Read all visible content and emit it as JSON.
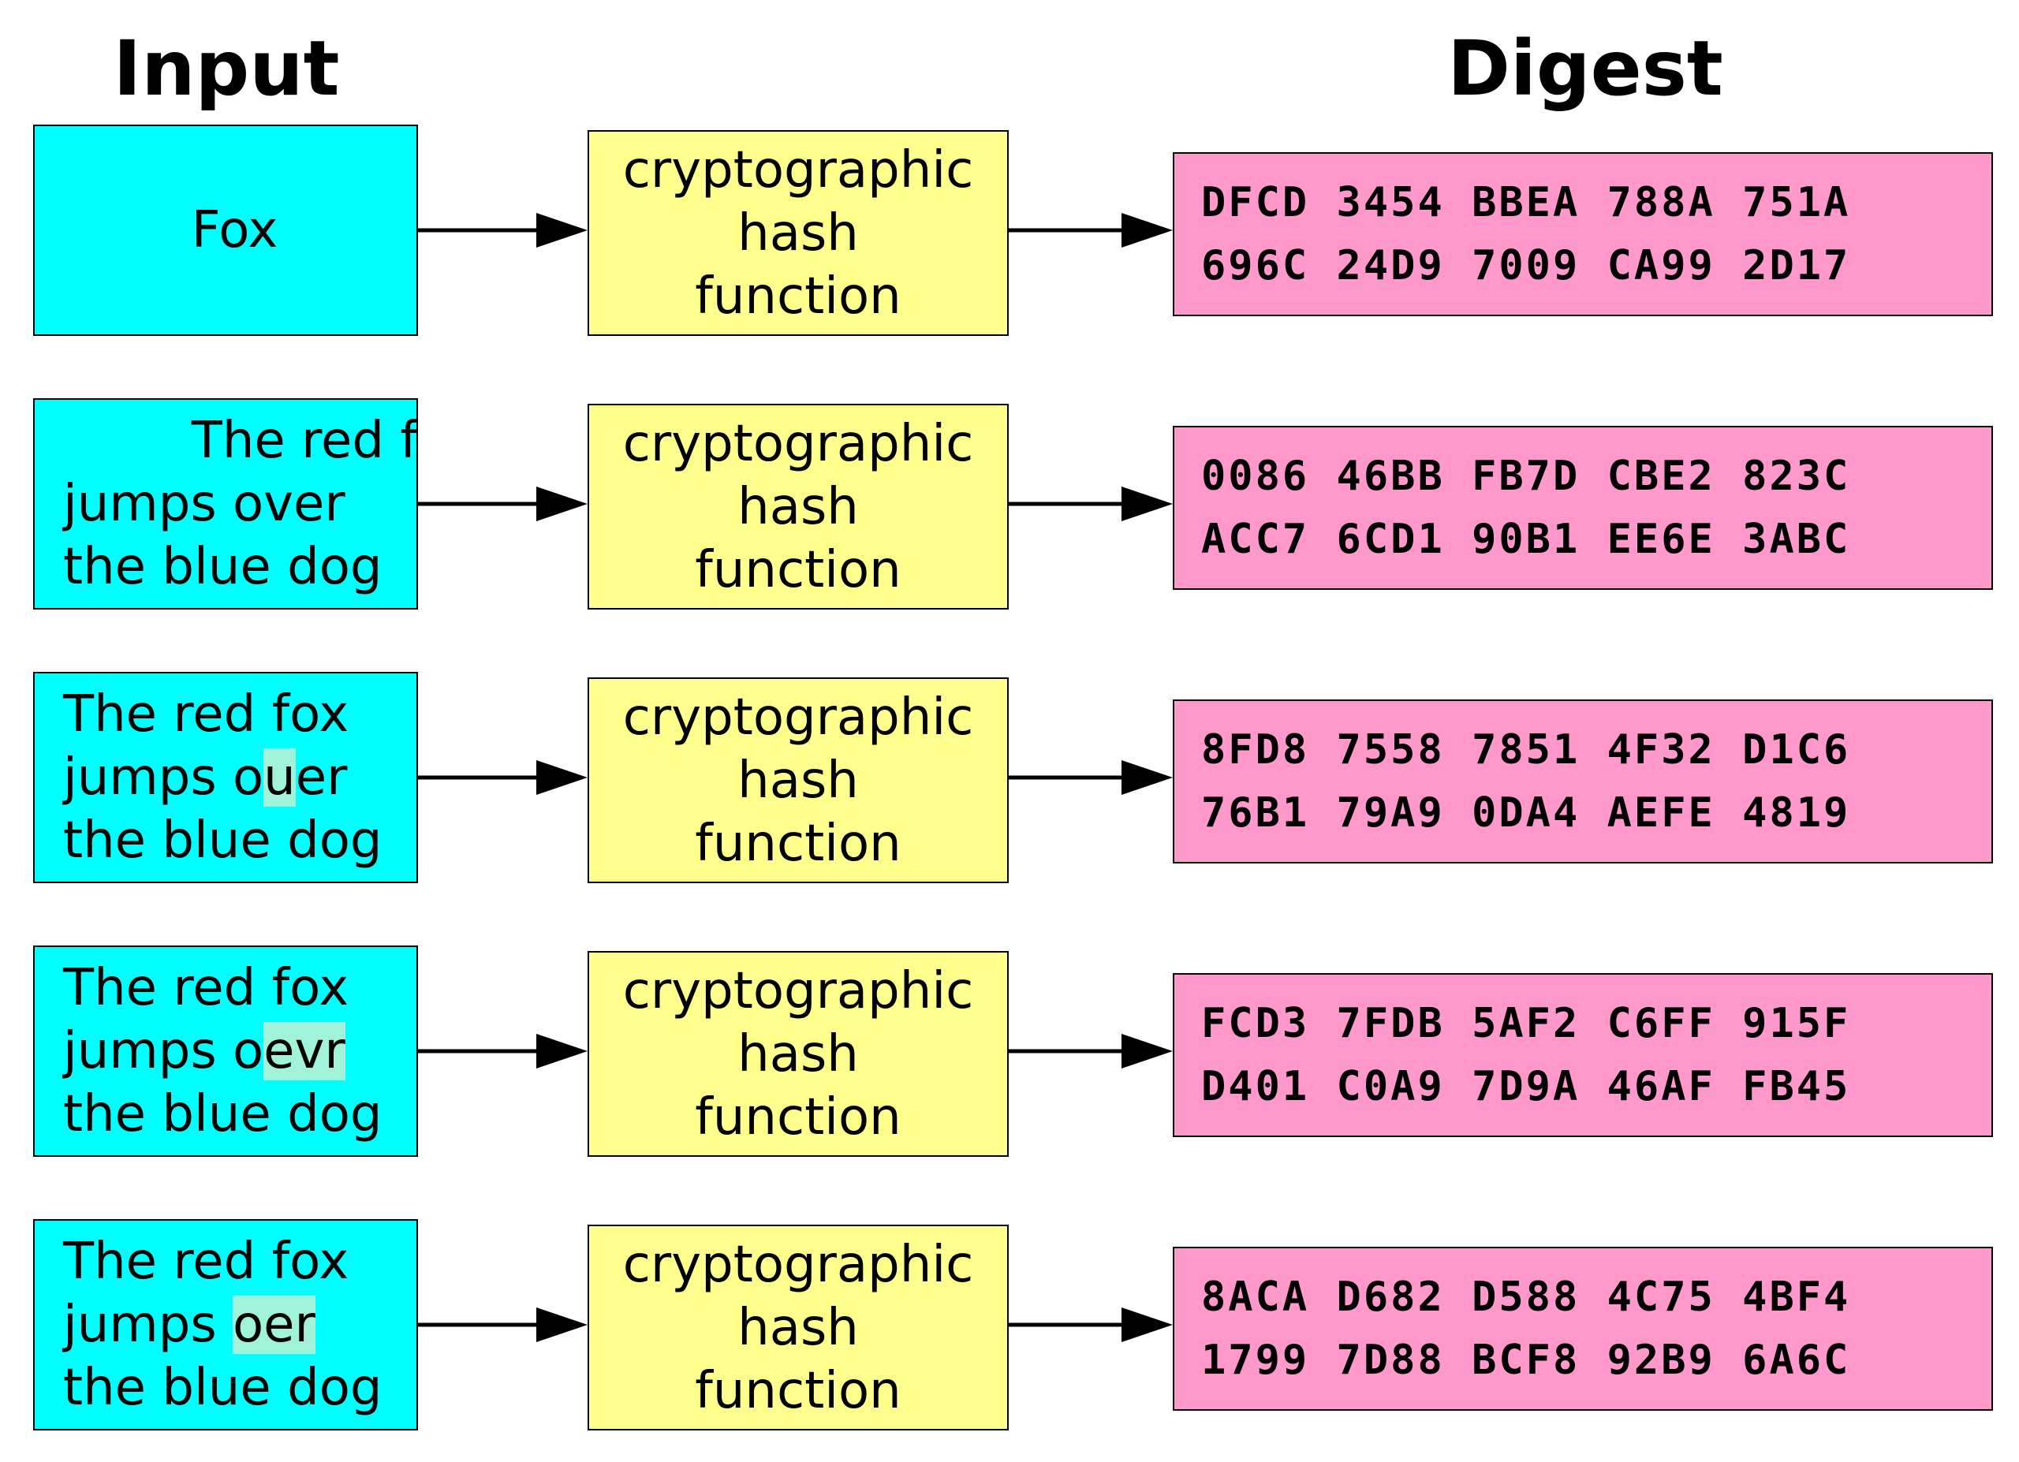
{
  "headers": {
    "input": "Input",
    "digest": "Digest"
  },
  "hash_function_label": "cryptographic\nhash\nfunction",
  "rows": [
    {
      "input": [
        {
          "text": "Fox"
        }
      ],
      "digest": "DFCD 3454 BBEA 788A 751A\n696C 24D9 7009 CA99 2D17"
    },
    {
      "input": [
        {
          "text": "The red fox\njumps over\nthe blue dog"
        }
      ],
      "digest": "0086 46BB FB7D CBE2 823C\nACC7 6CD1 90B1 EE6E 3ABC"
    },
    {
      "input": [
        {
          "text": "The red fox\njumps o"
        },
        {
          "text": "u",
          "highlight": true
        },
        {
          "text": "er\nthe blue dog"
        }
      ],
      "digest": "8FD8 7558 7851 4F32 D1C6\n76B1 79A9 0DA4 AEFE 4819"
    },
    {
      "input": [
        {
          "text": "The red fox\njumps o"
        },
        {
          "text": "evr",
          "highlight": true
        },
        {
          "text": "\nthe blue dog"
        }
      ],
      "digest": "FCD3 7FDB 5AF2 C6FF 915F\nD401 C0A9 7D9A 46AF FB45"
    },
    {
      "input": [
        {
          "text": "The red fox\njumps "
        },
        {
          "text": "oer",
          "highlight": true
        },
        {
          "text": "\nthe blue dog"
        }
      ],
      "digest": "8ACA D682 D588 4C75 4BF4\n1799 7D88 BCF8 92B9 6A6C"
    }
  ],
  "colors": {
    "input_box": "#00ffff",
    "hash_box": "#ffff8e",
    "digest_box": "#ff99cc",
    "changed_text_highlight": "#a0f2d8",
    "border": "#000000"
  }
}
